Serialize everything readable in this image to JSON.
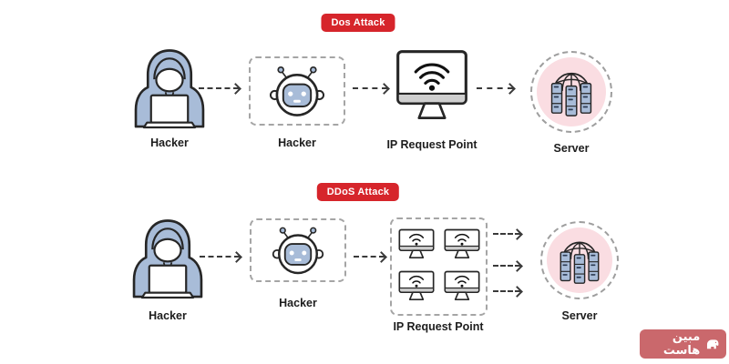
{
  "rows": [
    {
      "badge": "Dos Attack",
      "nodes": {
        "attacker": "Hacker",
        "bot": "Hacker",
        "request_point": "IP Request Point",
        "server": "Server"
      }
    },
    {
      "badge": "DDoS Attack",
      "nodes": {
        "attacker": "Hacker",
        "bot": "Hacker",
        "request_point": "IP Request Point",
        "server": "Server"
      }
    }
  ],
  "watermark": {
    "text": "مبین هاست"
  },
  "icons": {
    "attacker": "hooded-hacker-laptop-icon",
    "bot": "robot-face-icon",
    "request_point": "monitor-wifi-icon",
    "request_point_group": "monitor-wifi-grid-icon",
    "server": "server-globe-icon",
    "watermark": "elephant-icon",
    "flow": "dashed-arrow-right"
  },
  "colors": {
    "badge_red": "#d6252b",
    "steel_blue": "#a8bcd8",
    "outline_dark": "#262626",
    "server_pink": "#fadde2",
    "dashed_gray": "#a5a5a5",
    "arrow_dark": "#3a3a3a",
    "watermark_red": "#ca686c"
  }
}
